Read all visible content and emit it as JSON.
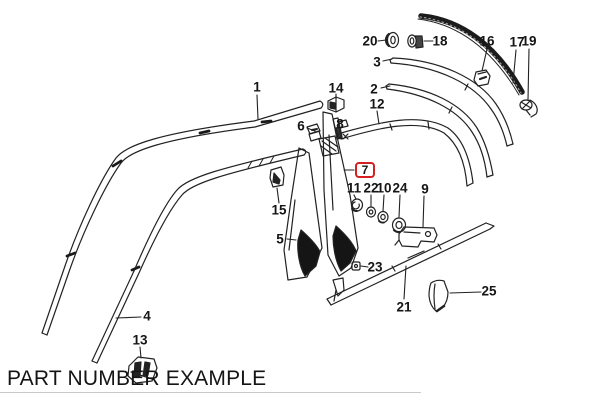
{
  "diagram": {
    "caption": "PART NUMBER EXAMPLE",
    "highlight": {
      "color": "#d42020"
    },
    "callouts": [
      {
        "label": "1"
      },
      {
        "label": "2"
      },
      {
        "label": "3"
      },
      {
        "label": "4"
      },
      {
        "label": "5"
      },
      {
        "label": "6"
      },
      {
        "label": "7"
      },
      {
        "label": "8"
      },
      {
        "label": "9"
      },
      {
        "label": "10"
      },
      {
        "label": "11"
      },
      {
        "label": "12"
      },
      {
        "label": "13"
      },
      {
        "label": "14"
      },
      {
        "label": "15"
      },
      {
        "label": "16"
      },
      {
        "label": "17"
      },
      {
        "label": "18"
      },
      {
        "label": "19"
      },
      {
        "label": "20"
      },
      {
        "label": "21"
      },
      {
        "label": "22"
      },
      {
        "label": "23"
      },
      {
        "label": "24"
      },
      {
        "label": "25"
      }
    ]
  }
}
